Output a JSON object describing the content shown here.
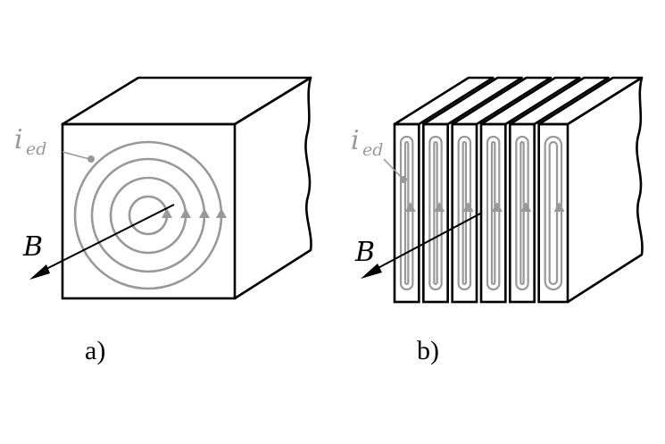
{
  "panel_a": {
    "current_label": "i",
    "current_subscript": "ed",
    "field_label": "B",
    "caption": "a)"
  },
  "panel_b": {
    "current_label": "i",
    "current_subscript": "ed",
    "field_label": "B",
    "caption": "b)",
    "lamination_count": 6
  },
  "colors": {
    "outline": "#000000",
    "eddy_current": "#999999",
    "label_gray": "#999999"
  }
}
